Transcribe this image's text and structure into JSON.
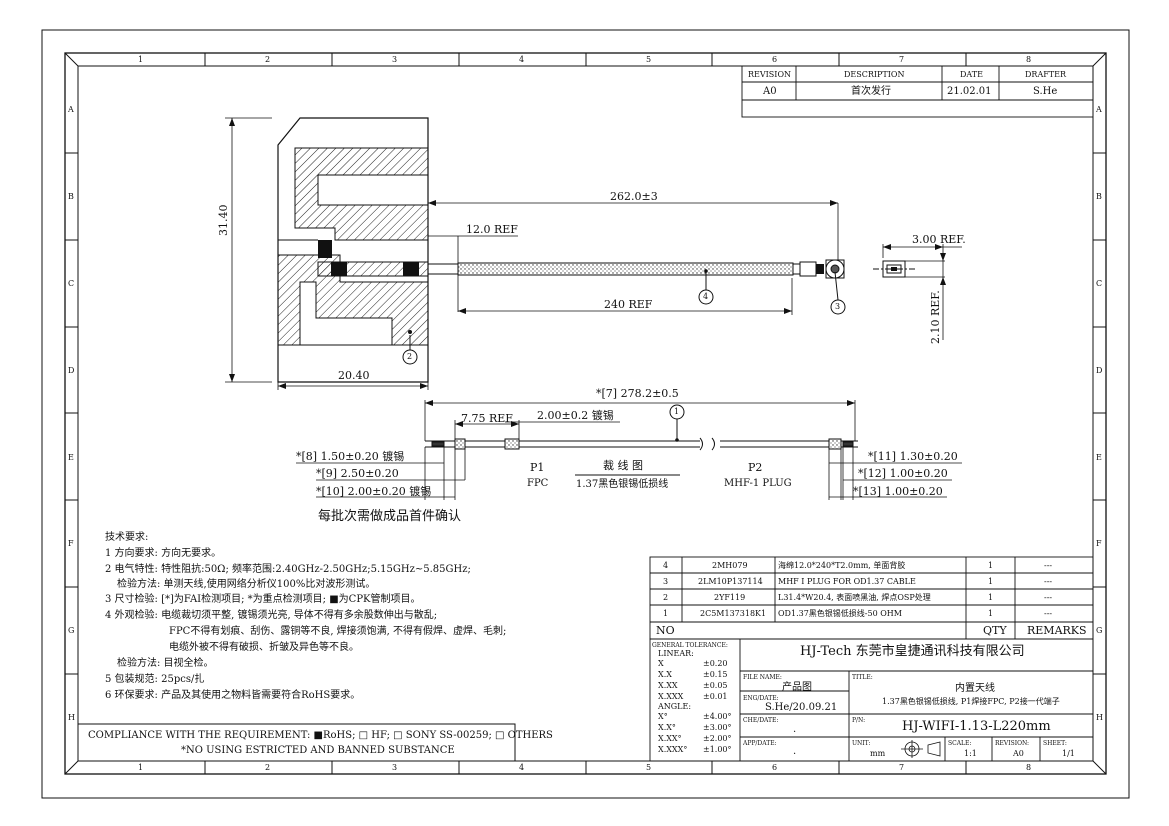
{
  "grid": {
    "columns": [
      "1",
      "2",
      "3",
      "4",
      "5",
      "6",
      "7",
      "8"
    ],
    "rows": [
      "A",
      "B",
      "C",
      "D",
      "E",
      "F",
      "G",
      "H"
    ]
  },
  "revision_table": {
    "headers": [
      "REVISION",
      "DESCRIPTION",
      "DATE",
      "DRAFTER"
    ],
    "row": [
      "A0",
      "首次发行",
      "21.02.01",
      "S.He"
    ]
  },
  "top_view": {
    "dim_length": "262.0±3",
    "dim_ref_12": "12.0 REF",
    "dim_ref_240": "240 REF",
    "dim_height": "31.40",
    "dim_width": "20.40",
    "balloon_2": "2",
    "balloon_3": "3",
    "balloon_4": "4",
    "dim_plug_w": "3.00 REF.",
    "dim_plug_h": "2.10 REF."
  },
  "cable_view": {
    "dim_total": "*[7] 278.2±0.5",
    "dim_775": "7.75 REF",
    "dim_200_plate": "2.00±0.2 镀锡",
    "balloon_1": "1",
    "dim_8": "*[8] 1.50±0.20 镀锡",
    "dim_9": "*[9] 2.50±0.20",
    "dim_10": "*[10] 2.00±0.20 镀锡",
    "dim_11": "*[11] 1.30±0.20",
    "dim_12": "*[12] 1.00±0.20",
    "dim_13": "*[13] 1.00±0.20",
    "p1": "P1",
    "p1_sub": "FPC",
    "p2": "P2",
    "p2_sub": "MHF-1 PLUG",
    "center_title": "裁 线 图",
    "center_sub": "1.37黑色银锡低损线",
    "first_article_note": "每批次需做成品首件确认"
  },
  "notes": {
    "heading": "技术要求:",
    "lines": [
      "1 方向要求: 方向无要求。",
      "2 电气特性: 特性阻抗:50Ω; 频率范围:2.40GHz-2.50GHz;5.15GHz~5.85GHz;",
      "检验方法: 单测天线,使用网络分析仪100%比对波形测试。",
      "3 尺寸检验: [*]为FAI检测项目; *为重点检测项目; ■为CPK管制项目。",
      "4 外观检验: 电缆裁切须平整, 镀锡须光亮, 导体不得有多余股数伸出与散乱;",
      "FPC不得有划痕、刮伤、露铜等不良, 焊接须饱满, 不得有假焊、虚焊、毛刺;",
      "电缆外被不得有破损、折皱及异色等不良。",
      "检验方法: 目视全检。",
      "5 包装规范: 25pcs/扎",
      "6 环保要求: 产品及其使用之物料皆需要符合RoHS要求。"
    ]
  },
  "compliance": {
    "line1": "COMPLIANCE WITH THE REQUIREMENT: ■RoHS; □ HF; □ SONY SS-00259; □ OTHERS",
    "line2": "*NO USING ESTRICTED AND BANNED SUBSTANCE"
  },
  "bom": {
    "rows": [
      [
        "4",
        "2MH079",
        "海绵12.0*240*T2.0mm, 单面背胶",
        "1",
        "---"
      ],
      [
        "3",
        "2LM10P137114",
        "MHF Ⅰ PLUG FOR OD1.37 CABLE",
        "1",
        "---"
      ],
      [
        "2",
        "2YF119",
        "L31.4*W20.4, 表面喷黑油, 焊点OSP处理",
        "1",
        "---"
      ],
      [
        "1",
        "2C5M137318K1",
        "OD1.37黑色银锡低损线-50 OHM",
        "1",
        "---"
      ]
    ],
    "headers": [
      "NO",
      "QTY",
      "REMARKS"
    ]
  },
  "title_block": {
    "tolerance_title": "GENERAL TOLERANCE:",
    "linear_label": "LINEAR:",
    "linear": [
      [
        "X",
        "±0.20"
      ],
      [
        "X.X",
        "±0.15"
      ],
      [
        "X.XX",
        "±0.05"
      ],
      [
        "X.XXX",
        "±0.01"
      ]
    ],
    "angle_label": "ANGLE:",
    "angle": [
      [
        "X°",
        "±4.00°"
      ],
      [
        "X.X°",
        "±3.00°"
      ],
      [
        "X.XX°",
        "±2.00°"
      ],
      [
        "X.XXX°",
        "±1.00°"
      ]
    ],
    "company": "HJ-Tech  东莞市皇捷通讯科技有限公司",
    "file_name_label": "FILE NAME:",
    "file_name": "产品图",
    "title_label": "TITLE:",
    "title_1": "内置天线",
    "title_2": "1.37黑色银锡低损线, P1焊接FPC, P2接一代端子",
    "eng_label": "ENG/DATE:",
    "eng": "S.He/20.09.21",
    "che_label": "CHE/DATE:",
    "che": ".",
    "app_label": "APP/DATE:",
    "app": ".",
    "pn_label": "P/N:",
    "pn": "HJ-WIFI-1.13-L220mm",
    "unit_label": "UNIT:",
    "unit": "mm",
    "scale_label": "SCALE:",
    "scale": "1:1",
    "rev_label": "REVISION:",
    "rev": "A0",
    "sheet_label": "SHEET:",
    "sheet": "1/1"
  }
}
